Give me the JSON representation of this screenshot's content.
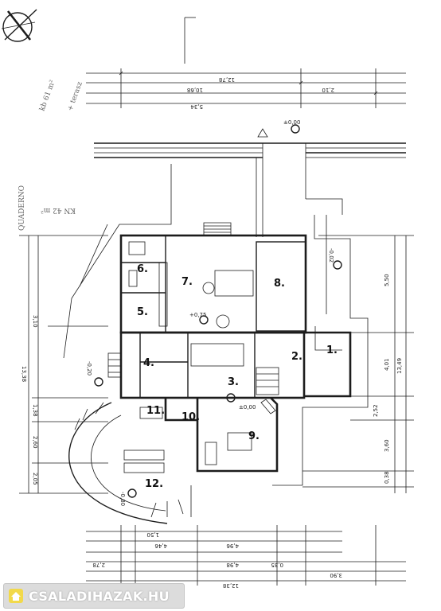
{
  "watermark": {
    "site_name": "CSALADIHAZAK.HU"
  },
  "plan": {
    "rooms": [
      {
        "id": "1",
        "label": "1."
      },
      {
        "id": "2",
        "label": "2."
      },
      {
        "id": "3",
        "label": "3."
      },
      {
        "id": "4",
        "label": "4."
      },
      {
        "id": "5",
        "label": "5."
      },
      {
        "id": "6",
        "label": "6."
      },
      {
        "id": "7",
        "label": "7."
      },
      {
        "id": "8",
        "label": "8."
      },
      {
        "id": "9",
        "label": "9."
      },
      {
        "id": "10",
        "label": "10."
      },
      {
        "id": "11",
        "label": "11."
      },
      {
        "id": "12",
        "label": "12."
      }
    ],
    "dimensions": {
      "top": [
        "12,78",
        "10,68",
        "2,10",
        "5,34"
      ],
      "left": [
        "13,38",
        "3,10",
        "1,38",
        "2,60",
        "2,05"
      ],
      "right": [
        "5,50",
        "13,49",
        "4,01",
        "2,52",
        "3,60",
        "0,38"
      ],
      "bottom": [
        "12,38",
        "4,46",
        "4,98",
        "4,96",
        "3,90",
        "2,78",
        "1,50",
        "0,35"
      ]
    },
    "levels": [
      "±0,00",
      "-0,02",
      "+0,75",
      "-0,20",
      "-0,80",
      "±0,00"
    ],
    "handwritten": [
      "kb 61 m²",
      "+ terasz",
      "QUADERNO",
      "KN 42 m²"
    ]
  }
}
